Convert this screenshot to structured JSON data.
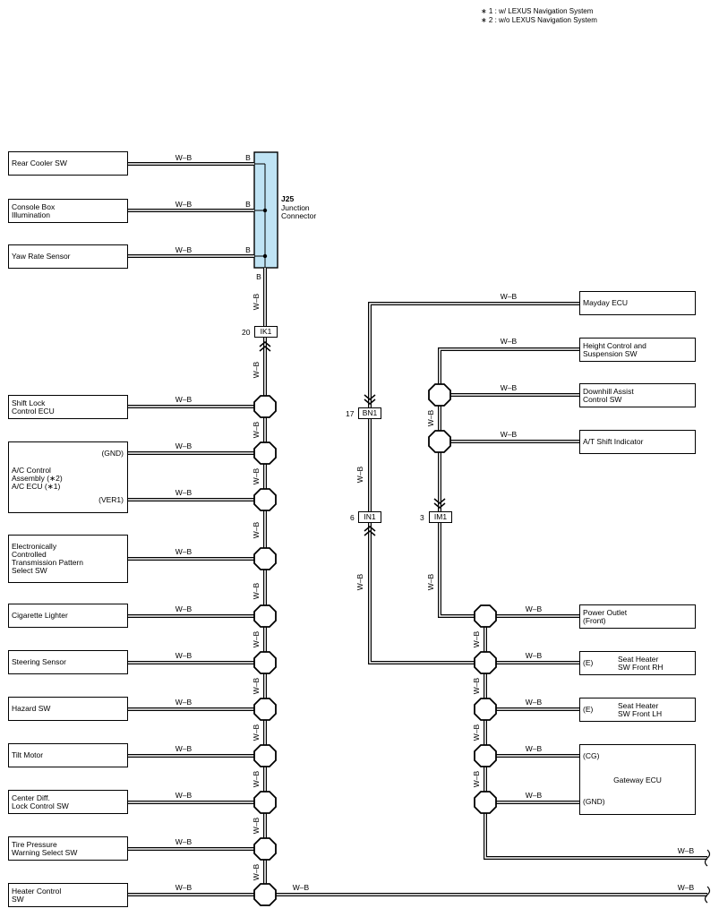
{
  "notes": [
    "∗ 1 : w/ LEXUS Navigation System",
    "∗ 2 : w/o LEXUS Navigation System"
  ],
  "wire": "W–B",
  "wire_b": "B",
  "junction": {
    "id": "J25",
    "name": "Junction\nConnector"
  },
  "connectors": [
    {
      "id": "IK1",
      "pin": "20"
    },
    {
      "id": "BN1",
      "pin": "17"
    },
    {
      "id": "IN1",
      "pin": "6"
    },
    {
      "id": "IM1",
      "pin": "3"
    }
  ],
  "left_components": [
    {
      "label": "Rear Cooler SW"
    },
    {
      "label": "Console Box\nIllumination"
    },
    {
      "label": "Yaw Rate Sensor"
    },
    {
      "label": "Shift Lock\nControl ECU"
    },
    {
      "label": "A/C Control\nAssembly (∗2)\nA/C ECU (∗1)",
      "pins": [
        "(GND)",
        "(VER1)"
      ]
    },
    {
      "label": "Electronically\nControlled\nTransmission Pattern\nSelect SW"
    },
    {
      "label": "Cigarette Lighter"
    },
    {
      "label": "Steering Sensor"
    },
    {
      "label": "Hazard SW"
    },
    {
      "label": "Tilt Motor"
    },
    {
      "label": "Center Diff.\nLock Control SW"
    },
    {
      "label": "Tire Pressure\nWarning Select SW"
    },
    {
      "label": "Heater Control\nSW"
    }
  ],
  "right_components": [
    {
      "label": "Mayday ECU"
    },
    {
      "label": "Height Control and\nSuspension SW"
    },
    {
      "label": "Downhill Assist\nControl SW"
    },
    {
      "label": "A/T Shift Indicator"
    },
    {
      "label": "Power Outlet\n(Front)"
    },
    {
      "label": "Seat Heater\nSW Front RH",
      "pin": "(E)"
    },
    {
      "label": "Seat Heater\nSW Front LH",
      "pin": "(E)"
    },
    {
      "label": "Gateway ECU",
      "pins": [
        "(CG)",
        "(GND)"
      ]
    }
  ]
}
